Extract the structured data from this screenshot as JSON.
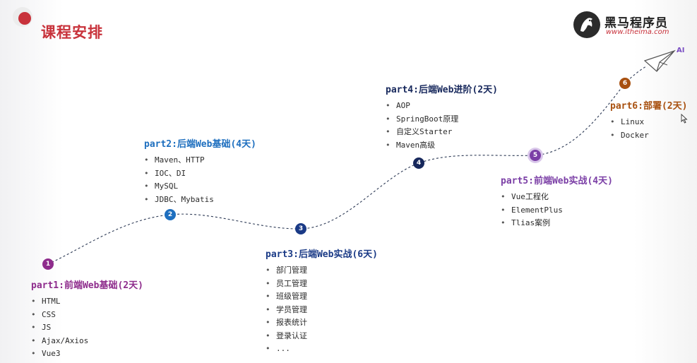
{
  "slide": {
    "title": "课程安排"
  },
  "logo": {
    "name": "黑马程序员",
    "url": "www.itheima.com"
  },
  "ai_label": "AI",
  "colors": {
    "title_red": "#c8323b",
    "part1": "#8e2c8c",
    "part2": "#1e6fbf",
    "part3": "#1a3a86",
    "part4": "#17285c",
    "part5": "#7b3fa6",
    "part6": "#a8500f"
  },
  "parts": [
    {
      "step": "1",
      "title": "part1:前端Web基础(2天)",
      "items": [
        "HTML",
        "CSS",
        "JS",
        "Ajax/Axios",
        "Vue3"
      ]
    },
    {
      "step": "2",
      "title": "part2:后端Web基础(4天)",
      "items": [
        "Maven、HTTP",
        "IOC、DI",
        "MySQL",
        "JDBC、Mybatis"
      ]
    },
    {
      "step": "3",
      "title": "part3:后端Web实战(6天)",
      "items": [
        "部门管理",
        "员工管理",
        "班级管理",
        "学员管理",
        "报表统计",
        "登录认证",
        "..."
      ]
    },
    {
      "step": "4",
      "title": "part4:后端Web进阶(2天)",
      "items": [
        "AOP",
        "SpringBoot原理",
        "自定义Starter",
        "Maven高级"
      ]
    },
    {
      "step": "5",
      "title": "part5:前端Web实战(4天)",
      "items": [
        "Vue工程化",
        "ElementPlus",
        "Tlias案例"
      ]
    },
    {
      "step": "6",
      "title": "part6:部署(2天)",
      "items": [
        "Linux",
        "Docker"
      ]
    }
  ]
}
